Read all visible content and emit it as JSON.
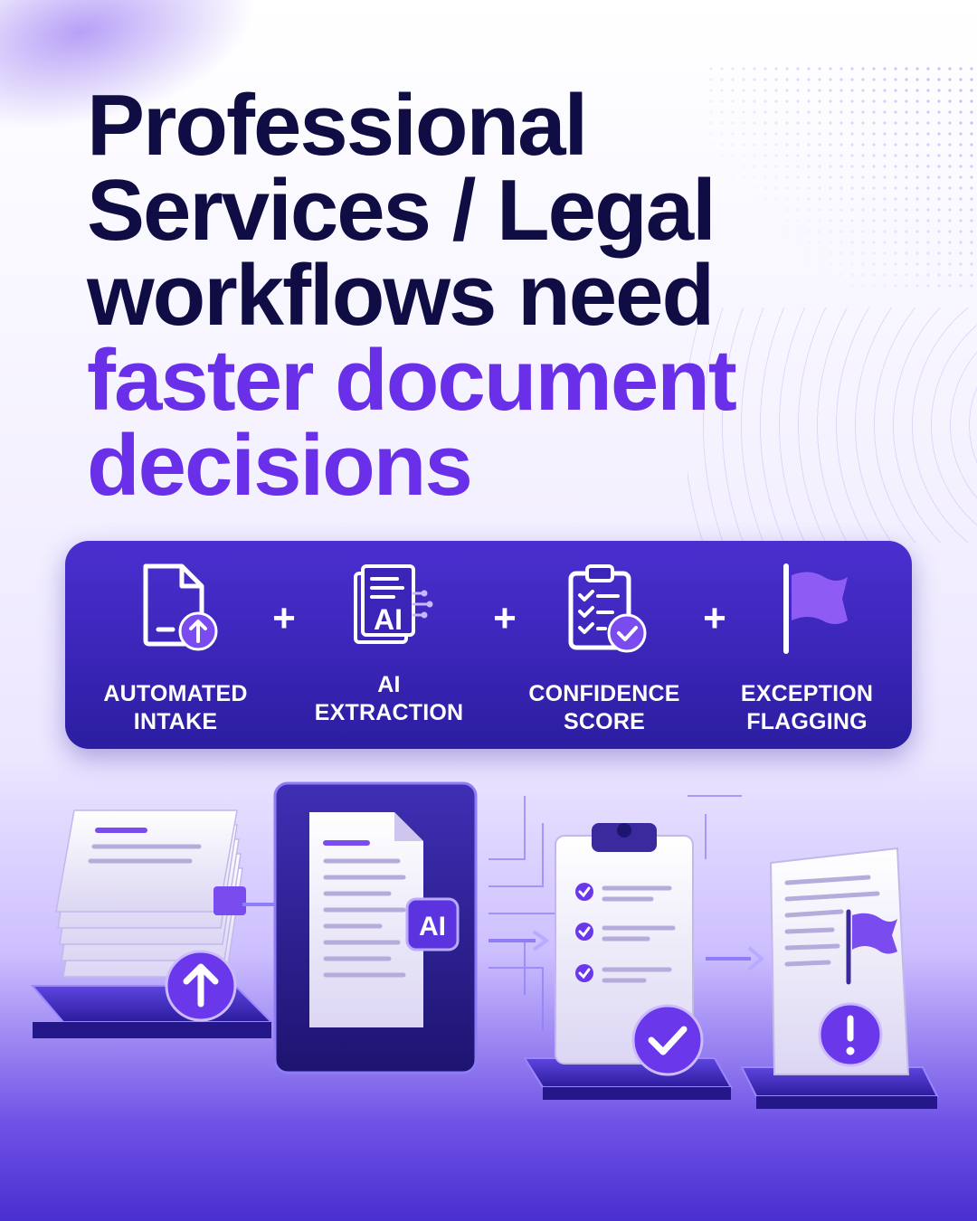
{
  "headline": {
    "lines": [
      "Professional",
      "Services / Legal",
      "workflows need"
    ],
    "accent_lines": [
      "faster document",
      "decisions"
    ]
  },
  "steps": [
    {
      "label": "AUTOMATED\nINTAKE",
      "icon": "document-upload-icon"
    },
    {
      "label": "AI\nEXTRACTION",
      "icon": "ai-document-icon"
    },
    {
      "label": "CONFIDENCE\nSCORE",
      "icon": "clipboard-check-icon"
    },
    {
      "label": "EXCEPTION\nFLAGGING",
      "icon": "flag-icon"
    }
  ],
  "separator": "+",
  "scene": {
    "ai_badge": "AI",
    "icon_ai_label": "AI"
  },
  "colors": {
    "dark_text": "#0f0d44",
    "accent": "#6a2fe8",
    "banner": "#3a25b8"
  }
}
